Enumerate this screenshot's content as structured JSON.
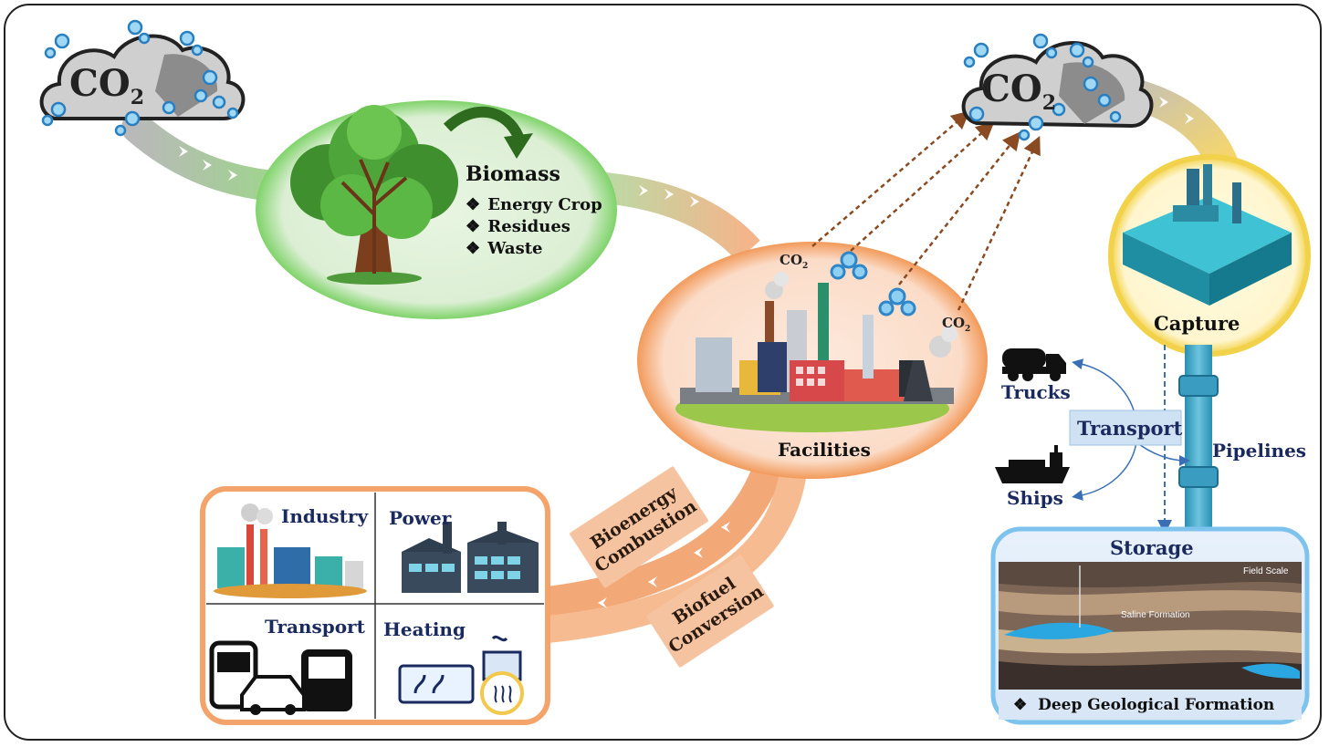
{
  "atmosphere": {
    "co2_label": "CO",
    "co2_sub": "2"
  },
  "biomass": {
    "title": "Biomass",
    "items": [
      "Energy Crop",
      "Residues",
      "Waste"
    ],
    "bullet": "❖"
  },
  "facilities": {
    "title": "Facilities",
    "co2_label": "CO",
    "co2_sub": "2"
  },
  "capture": {
    "title": "Capture"
  },
  "transport": {
    "title": "Transport",
    "trucks": "Trucks",
    "ships": "Ships",
    "pipelines": "Pipelines"
  },
  "storage": {
    "title": "Storage",
    "field_scale": "Field Scale",
    "saline": "Saline Formation",
    "formation": "Deep Geological Formation",
    "bullet": "❖"
  },
  "uses": {
    "industry": "Industry",
    "power": "Power",
    "transport": "Transport",
    "heating": "Heating"
  },
  "routes": {
    "bioenergy_line1": "Bioenergy",
    "bioenergy_line2": "Combustion",
    "biofuel_line1": "Biofuel",
    "biofuel_line2": "Conversion"
  },
  "colors": {
    "green_glow": "#7fd36a",
    "orange_glow": "#f5a262",
    "yellow_glow": "#f2d24a",
    "blue_glow": "#7ec3ee",
    "navy_text": "#1a2a5e",
    "teal": "#1fa7b8"
  }
}
